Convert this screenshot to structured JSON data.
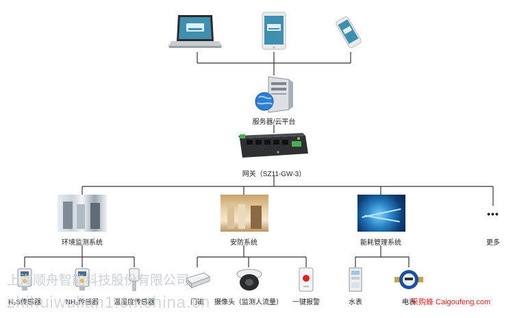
{
  "server_label": "服务器/云平台",
  "gateway_label": "网关（SZ11-GW-3）",
  "systems": [
    {
      "label": "环境监测系统"
    },
    {
      "label": "安防系统"
    },
    {
      "label": "能耗管理系统"
    },
    {
      "label": "更多",
      "icon": "•••"
    }
  ],
  "env_devices": [
    {
      "label": "H₂S传感器"
    },
    {
      "label": "NH₃传感器"
    },
    {
      "label": "温湿度传感器"
    }
  ],
  "security_devices": [
    {
      "label": "门磁"
    },
    {
      "label": "摄像头（监测人流量）"
    },
    {
      "label": "一键报警"
    }
  ],
  "energy_devices": [
    {
      "label": "水表"
    },
    {
      "label": "电表"
    }
  ],
  "watermarks": {
    "company": "上海顺舟智能科技股份有限公司",
    "site": "zhihuiwulian1.cn.china.cn",
    "corner": "采购蜂 Caigoufeng.com"
  },
  "colors": {
    "line": "#333333",
    "watermark": "#cfd3da",
    "corner_watermark": "#e11d1d"
  }
}
